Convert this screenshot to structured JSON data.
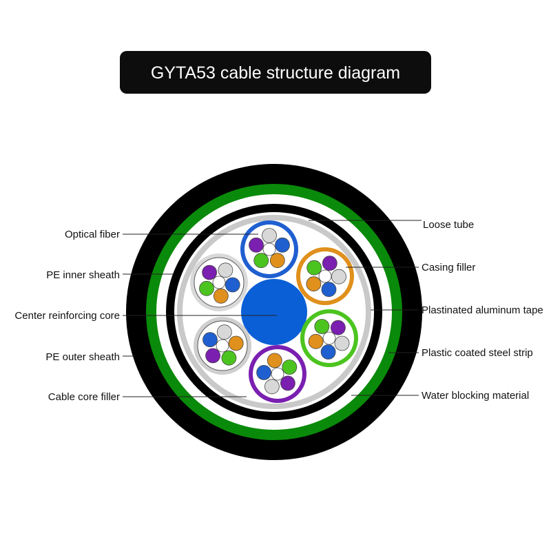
{
  "title": "GYTA53 cable structure diagram",
  "labels_left": {
    "optical_fiber": "Optical fiber",
    "pe_inner_sheath": "PE inner sheath",
    "center_reinforcing_core": "Center reinforcing core",
    "pe_outer_sheath": "PE outer sheath",
    "cable_core_filler": "Cable core filler"
  },
  "labels_right": {
    "loose_tube": "Loose tube",
    "casing_filler": "Casing filler",
    "plastinated_aluminum_tape": "Plastinated aluminum tape",
    "plastic_coated_steel_strip": "Plastic coated steel strip",
    "water_blocking_material": "Water blocking material"
  },
  "colors": {
    "outer_sheath": "#000000",
    "steel_strip": "#0a8a0a",
    "center_core": "#0a5fd6",
    "core_filler": "#cfcfcf",
    "tube_colors": [
      "#1f5fd0",
      "#e0901c",
      "#4cc41f",
      "#7a1fb0",
      "#cfcfcf",
      "#d9d9d9"
    ],
    "fiber_colors": [
      "#1f5fd0",
      "#e0901c",
      "#4cc41f",
      "#7a1fb0",
      "#d8d8d8",
      "#ffffff"
    ]
  }
}
